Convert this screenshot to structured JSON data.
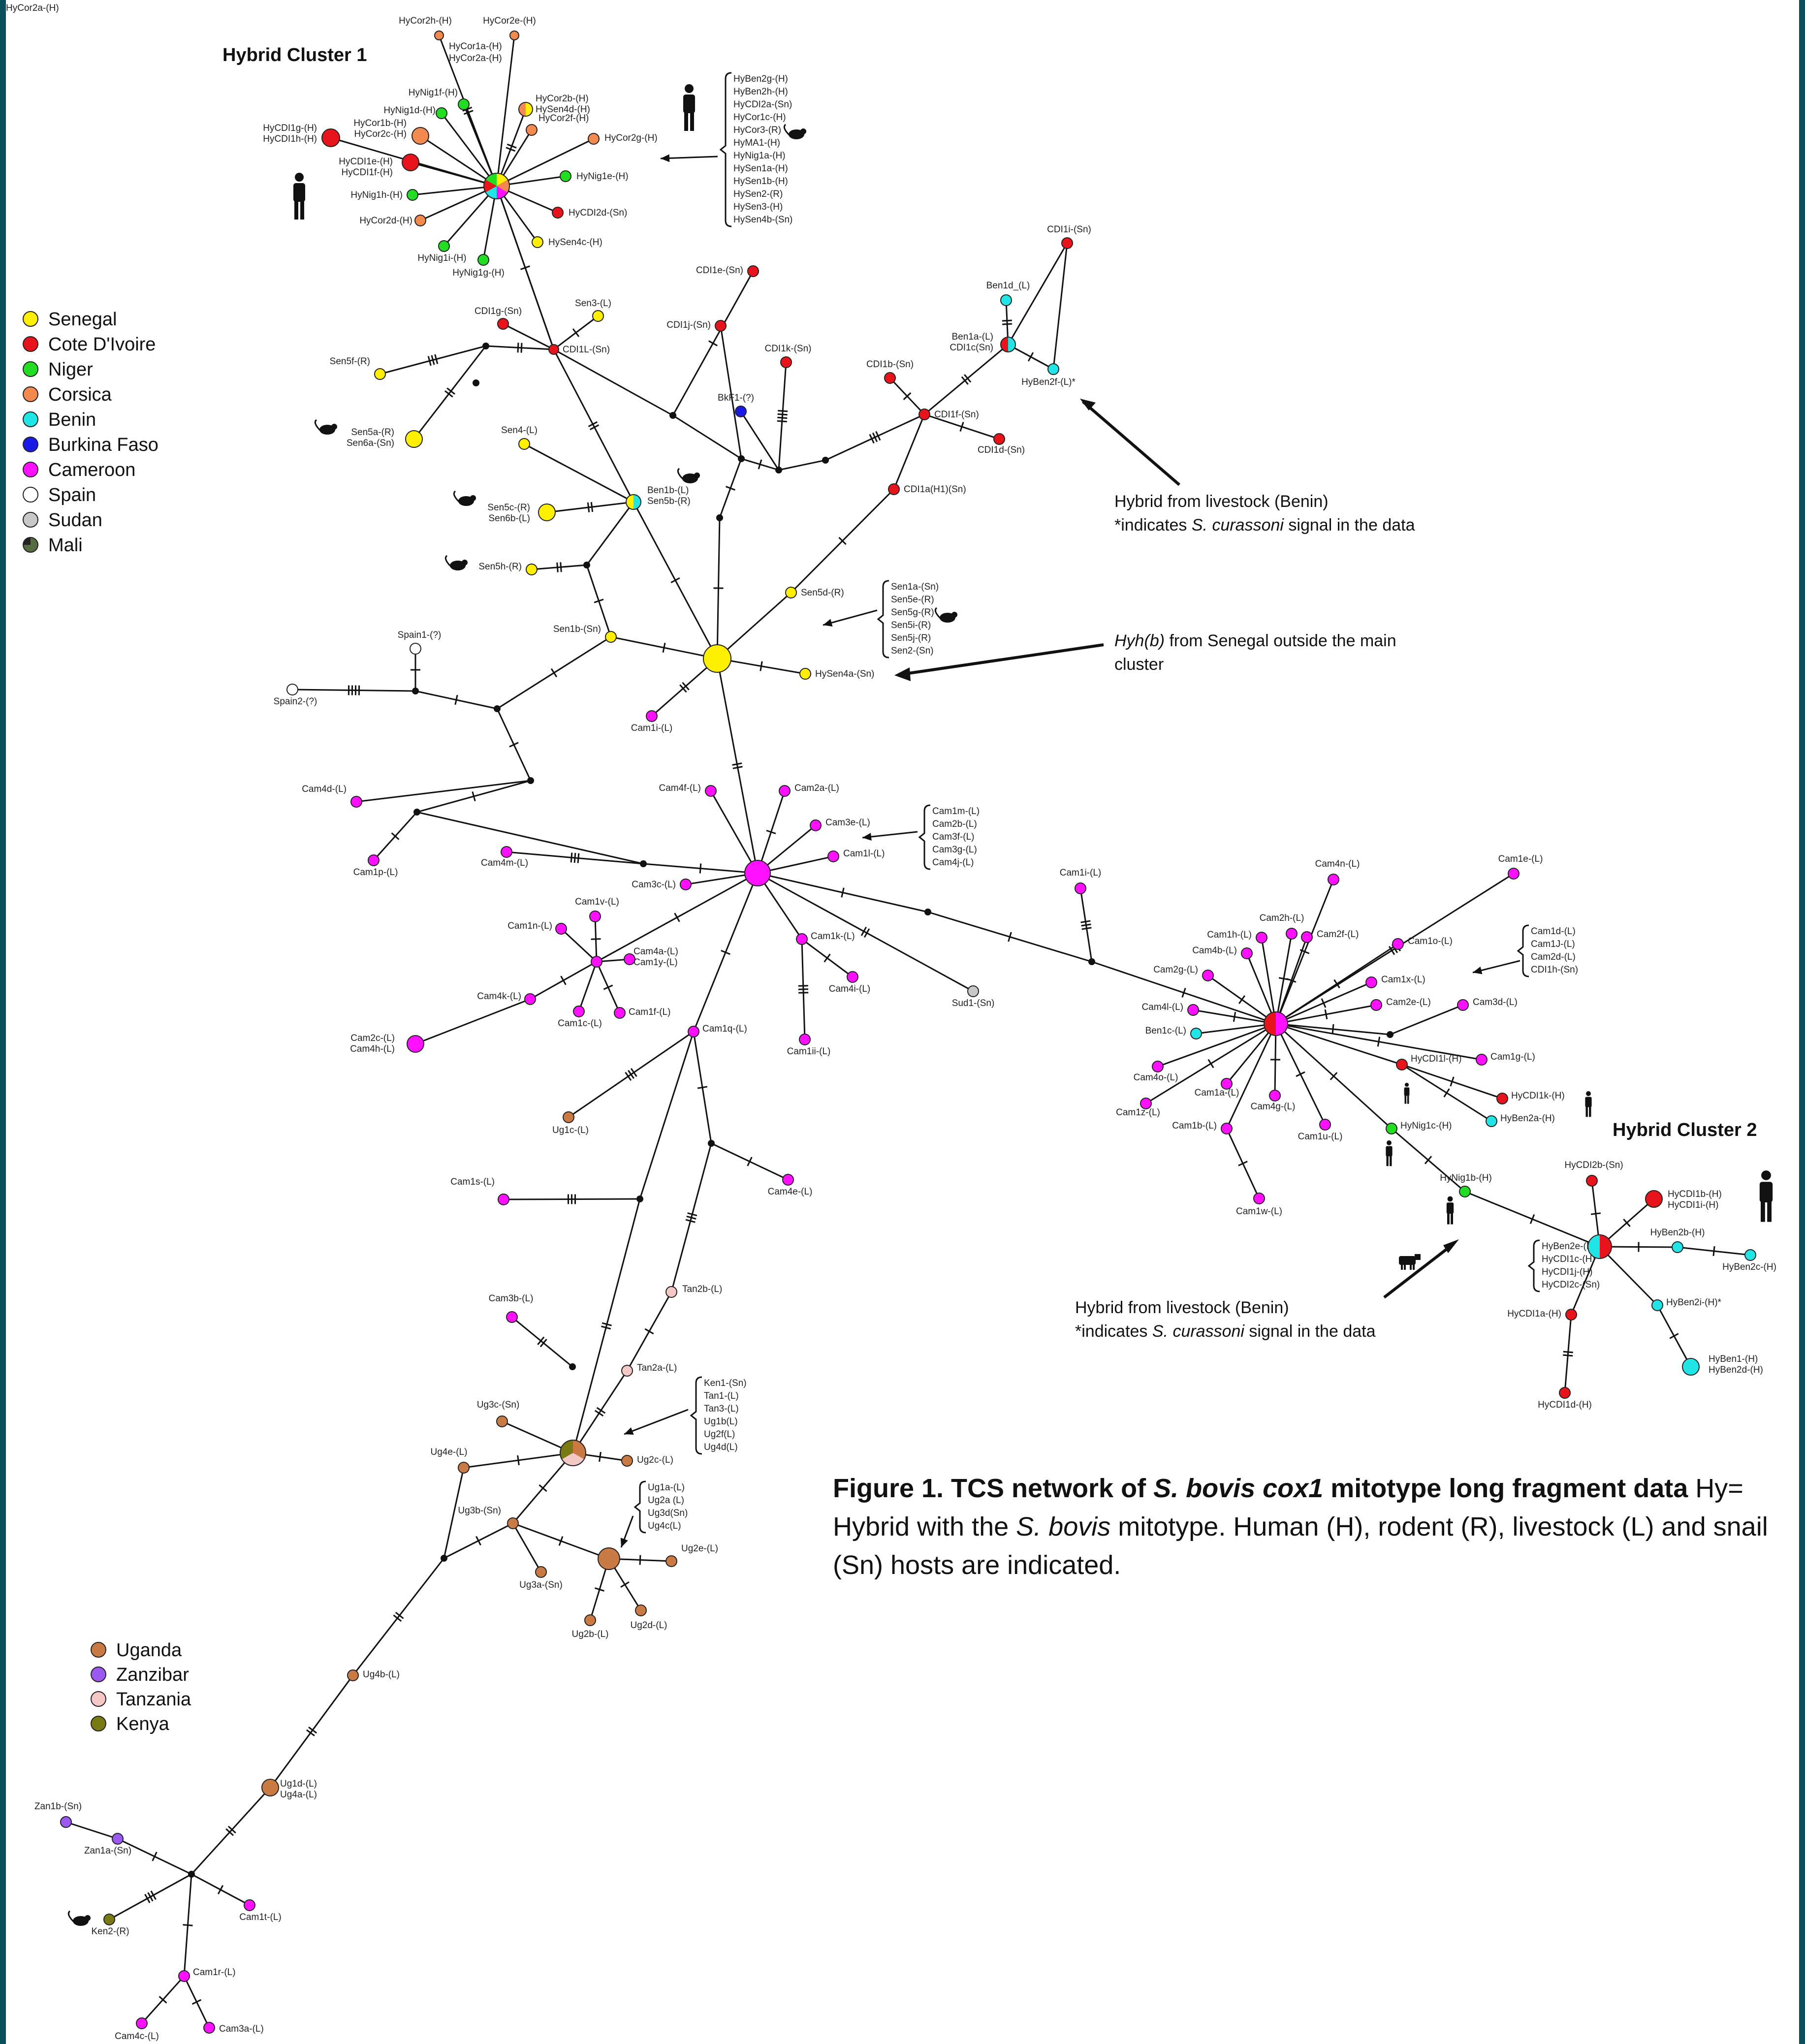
{
  "headings": {
    "cluster1": "Hybrid Cluster 1",
    "cluster2": "Hybrid Cluster 2"
  },
  "legend_west": [
    {
      "label": "Senegal",
      "color": "#ffef00"
    },
    {
      "label": "Cote D'Ivoire",
      "color": "#e8141b"
    },
    {
      "label": "Niger",
      "color": "#22dd22"
    },
    {
      "label": "Corsica",
      "color": "#f2894f"
    },
    {
      "label": "Benin",
      "color": "#22e6e6"
    },
    {
      "label": "Burkina Faso",
      "color": "#1a1ae6"
    },
    {
      "label": "Cameroon",
      "color": "#ff11ff"
    },
    {
      "label": "Spain",
      "color": "#ffffff"
    },
    {
      "label": "Sudan",
      "color": "#c8c8c8"
    },
    {
      "label": "Mali",
      "color": "#4a6b3a"
    }
  ],
  "legend_east": [
    {
      "label": "Uganda",
      "color": "#c97b43"
    },
    {
      "label": "Zanzibar",
      "color": "#9b59f0"
    },
    {
      "label": "Tanzania",
      "color": "#f5c8c8"
    },
    {
      "label": "Kenya",
      "color": "#7a7a14"
    }
  ],
  "annotations": {
    "livestock_benin_1": {
      "line1": "Hybrid from livestock (Benin)",
      "line2_pre": "*indicates ",
      "line2_em": "S. curassoni",
      "line2_post": " signal in the data"
    },
    "senegal_outside": {
      "em": "Hyh(b)",
      "line1_post": " from Senegal outside the main",
      "line2": "cluster"
    },
    "livestock_benin_2": {
      "line1": "Hybrid from livestock (Benin)",
      "line2_pre": "*indicates ",
      "line2_em": "S. curassoni",
      "line2_post": " signal in the data"
    }
  },
  "caption": {
    "bold_prefix": "Figure 1. TCS network of ",
    "bold_species": "S. bovis cox1",
    "bold_suffix": " mitotype long fragment data",
    "text_a": " Hy= Hybrid with the ",
    "species": "S. bovis",
    "text_b": " mitotype. Human (H), rodent (R), livestock (L) and snail (Sn) hosts are indicated."
  },
  "bracket_groups": {
    "hub1": [
      "HyBen2g-(H)",
      "HyBen2h-(H)",
      "HyCDI2a-(Sn)",
      "HyCor1c-(H)",
      "HyCor3-(R)",
      "HyMA1-(H)",
      "HyNig1a-(H)",
      "HySen1a-(H)",
      "HySen1b-(H)",
      "HySen2-(R)",
      "HySen3-(H)",
      "HySen4b-(Sn)"
    ],
    "sen_hub": [
      "Sen1a-(Sn)",
      "Sen5e-(R)",
      "Sen5g-(R)",
      "Sen5i-(R)",
      "Sen5j-(R)",
      "Sen2-(Sn)"
    ],
    "cam_hub": [
      "Cam1m-(L)",
      "Cam2b-(L)",
      "Cam3f-(L)",
      "Cam3g-(L)",
      "Cam4j-(L)"
    ],
    "cam_east": [
      "Cam1d-(L)",
      "Cam1J-(L)",
      "Cam2d-(L)",
      "CDI1h-(Sn)"
    ],
    "ug_hub": [
      "Ken1-(Sn)",
      "Tan1-(L)",
      "Tan3-(L)",
      "Ug1b(L)",
      "Ug2f(L)",
      "Ug4d(L)"
    ],
    "ug_hub2": [
      "Ug1a-(L)",
      "Ug2a (L)",
      "Ug3d(Sn)",
      "Ug4c(L)"
    ],
    "hc2": [
      "HyBen2e-(L)*",
      "HyCDI1c-(H)",
      "HyCDI1j-(H)",
      "HyCDI2c-(Sn)"
    ]
  },
  "nodes": [
    {
      "id": "hub1",
      "label": ""
    },
    {
      "id": "n_HyCor2h",
      "label": "HyCor2h-(H)"
    },
    {
      "id": "n_HyCor2e",
      "label": "HyCor2e-(H)"
    },
    {
      "id": "n_HyCor1a",
      "label": "HyCor1a-(H)"
    },
    {
      "id": "n_HyCor2a",
      "label": "HyCor2a-(H)"
    },
    {
      "id": "n_HyNig1f",
      "label": "HyNig1f-(H)"
    },
    {
      "id": "n_HyNig1d",
      "label": "HyNig1d-(H)"
    },
    {
      "id": "n_HyCor2b",
      "label": "HyCor2b-(H)"
    },
    {
      "id": "n_HySen4d",
      "label": "HySen4d-(H)"
    },
    {
      "id": "n_HyCor2f",
      "label": "HyCor2f-(H)"
    },
    {
      "id": "n_HyCor2g",
      "label": "HyCor2g-(H)"
    },
    {
      "id": "n_HyCor1b",
      "label": "HyCor1b-(H)"
    },
    {
      "id": "n_HyCor2c",
      "label": "HyCor2c-(H)"
    },
    {
      "id": "n_HyCDI1g",
      "label": "HyCDI1g-(H)"
    },
    {
      "id": "n_HyCDI1h",
      "label": "HyCDI1h-(H)"
    },
    {
      "id": "n_HyCDI1e",
      "label": "HyCDI1e-(H)"
    },
    {
      "id": "n_HyCDI1f",
      "label": "HyCDI1f-(H)"
    },
    {
      "id": "n_HyNig1e",
      "label": "HyNig1e-(H)"
    },
    {
      "id": "n_HyNig1h",
      "label": "HyNig1h-(H)"
    },
    {
      "id": "n_HyCDI2d",
      "label": "HyCDI2d-(Sn)"
    },
    {
      "id": "n_HyCor2d",
      "label": "HyCor2d-(H)"
    },
    {
      "id": "n_HySen4c",
      "label": "HySen4c-(H)"
    },
    {
      "id": "n_HyNig1i",
      "label": "HyNig1i-(H)"
    },
    {
      "id": "n_HyNig1g",
      "label": "HyNig1g-(H)"
    },
    {
      "id": "n_CDI1L",
      "label": "CDI1L-(Sn)"
    },
    {
      "id": "n_CDI1g",
      "label": "CDI1g-(Sn)"
    },
    {
      "id": "n_Sen3",
      "label": "Sen3-(L)"
    },
    {
      "id": "n_Sen5f",
      "label": "Sen5f-(R)"
    },
    {
      "id": "n_Sen5a",
      "label": "Sen5a-(R)"
    },
    {
      "id": "n_Sen6a",
      "label": "Sen6a-(Sn)"
    },
    {
      "id": "n_CDI1e",
      "label": "CDI1e-(Sn)"
    },
    {
      "id": "n_CDI1j",
      "label": "CDI1j-(Sn)"
    },
    {
      "id": "n_CDI1k",
      "label": "CDI1k-(Sn)"
    },
    {
      "id": "n_BkF1",
      "label": "BkF1-(?)"
    },
    {
      "id": "n_CDI1b",
      "label": "CDI1b-(Sn)"
    },
    {
      "id": "n_CDI1f",
      "label": "CDI1f-(Sn)"
    },
    {
      "id": "n_CDI1d",
      "label": "CDI1d-(Sn)"
    },
    {
      "id": "n_CDI1a",
      "label": "CDI1a(H1)(Sn)"
    },
    {
      "id": "n_CDI1i",
      "label": "CDI1i-(Sn)"
    },
    {
      "id": "n_Ben1d",
      "label": "Ben1d_(L)"
    },
    {
      "id": "n_Ben1a",
      "label": "Ben1a-(L)"
    },
    {
      "id": "n_CDI1c",
      "label": "CDI1c(Sn)"
    },
    {
      "id": "n_HyBen2f",
      "label": "HyBen2f-(L)*"
    },
    {
      "id": "n_Sen4",
      "label": "Sen4-(L)"
    },
    {
      "id": "n_Ben1b",
      "label": "Ben1b-(L)"
    },
    {
      "id": "n_Sen5b",
      "label": "Sen5b-(R)"
    },
    {
      "id": "n_Sen5c",
      "label": "Sen5c-(R)"
    },
    {
      "id": "n_Sen6b",
      "label": "Sen6b-(L)"
    },
    {
      "id": "n_Sen5h",
      "label": "Sen5h-(R)"
    },
    {
      "id": "n_Sen5d",
      "label": "Sen5d-(R)"
    },
    {
      "id": "n_Sen1b",
      "label": "Sen1b-(Sn)"
    },
    {
      "id": "sen_hub",
      "label": ""
    },
    {
      "id": "n_HySen4a",
      "label": "HySen4a-(Sn)"
    },
    {
      "id": "n_Spain1",
      "label": "Spain1-(?)"
    },
    {
      "id": "n_Spain2",
      "label": "Spain2-(?)"
    },
    {
      "id": "n_Cam1i_a",
      "label": "Cam1i-(L)"
    },
    {
      "id": "cam_hub",
      "label": ""
    },
    {
      "id": "n_Cam4f",
      "label": "Cam4f-(L)"
    },
    {
      "id": "n_Cam2a",
      "label": "Cam2a-(L)"
    },
    {
      "id": "n_Cam3e",
      "label": "Cam3e-(L)"
    },
    {
      "id": "n_Cam1l",
      "label": "Cam1l-(L)"
    },
    {
      "id": "n_Cam4d",
      "label": "Cam4d-(L)"
    },
    {
      "id": "n_Cam1p",
      "label": "Cam1p-(L)"
    },
    {
      "id": "n_Cam4m",
      "label": "Cam4m-(L)"
    },
    {
      "id": "n_Cam3c",
      "label": "Cam3c-(L)"
    },
    {
      "id": "n_Cam1k",
      "label": "Cam1k-(L)"
    },
    {
      "id": "n_Cam4i",
      "label": "Cam4i-(L)"
    },
    {
      "id": "n_Cam1ii",
      "label": "Cam1ii-(L)"
    },
    {
      "id": "n_Sud1",
      "label": "Sud1-(Sn)"
    },
    {
      "id": "cam_hub2",
      "label": ""
    },
    {
      "id": "n_Cam1v",
      "label": "Cam1v-(L)"
    },
    {
      "id": "n_Cam1n",
      "label": "Cam1n-(L)"
    },
    {
      "id": "n_Cam1y",
      "label": "Cam1y-(L)"
    },
    {
      "id": "n_Cam4a",
      "label": "Cam4a-(L)"
    },
    {
      "id": "n_Cam4k",
      "label": "Cam4k-(L)"
    },
    {
      "id": "n_Cam1c",
      "label": "Cam1c-(L)"
    },
    {
      "id": "n_Cam1f",
      "label": "Cam1f-(L)"
    },
    {
      "id": "n_Cam2c",
      "label": "Cam2c-(L)"
    },
    {
      "id": "n_Cam4h",
      "label": "Cam4h-(L)"
    },
    {
      "id": "n_Cam1q",
      "label": "Cam1q-(L)"
    },
    {
      "id": "n_Ug1c",
      "label": "Ug1c-(L)"
    },
    {
      "id": "n_Cam4e",
      "label": "Cam4e-(L)"
    },
    {
      "id": "n_Cam1s",
      "label": "Cam1s-(L)"
    },
    {
      "id": "n_Cam3b",
      "label": "Cam3b-(L)"
    },
    {
      "id": "n_Tan2b",
      "label": "Tan2b-(L)"
    },
    {
      "id": "n_Tan2a",
      "label": "Tan2a-(L)"
    },
    {
      "id": "ug_hub",
      "label": ""
    },
    {
      "id": "n_Ug3c",
      "label": "Ug3c-(Sn)"
    },
    {
      "id": "n_Ug4e",
      "label": "Ug4e-(L)"
    },
    {
      "id": "n_Ug2c",
      "label": "Ug2c-(L)"
    },
    {
      "id": "n_Ug3b",
      "label": "Ug3b-(Sn)"
    },
    {
      "id": "ug_hub2",
      "label": ""
    },
    {
      "id": "n_Ug3a",
      "label": "Ug3a-(Sn)"
    },
    {
      "id": "n_Ug2e",
      "label": "Ug2e-(L)"
    },
    {
      "id": "n_Ug2b",
      "label": "Ug2b-(L)"
    },
    {
      "id": "n_Ug2d",
      "label": "Ug2d-(L)"
    },
    {
      "id": "n_Ug4b",
      "label": "Ug4b-(L)"
    },
    {
      "id": "n_Ug1d",
      "label": "Ug1d-(L)"
    },
    {
      "id": "n_Ug4a",
      "label": "Ug4a-(L)"
    },
    {
      "id": "n_Zan1b",
      "label": "Zan1b-(Sn)"
    },
    {
      "id": "n_Zan1a",
      "label": "Zan1a-(Sn)"
    },
    {
      "id": "n_Ken2",
      "label": "Ken2-(R)"
    },
    {
      "id": "n_Cam1t",
      "label": "Cam1t-(L)"
    },
    {
      "id": "n_Cam1r",
      "label": "Cam1r-(L)"
    },
    {
      "id": "n_Cam4c",
      "label": "Cam4c-(L)"
    },
    {
      "id": "n_Cam3a",
      "label": "Cam3a-(L)"
    },
    {
      "id": "cam_east",
      "label": ""
    },
    {
      "id": "n_Cam1i_b",
      "label": "Cam1i-(L)"
    },
    {
      "id": "n_Cam4n",
      "label": "Cam4n-(L)"
    },
    {
      "id": "n_Cam1e",
      "label": "Cam1e-(L)"
    },
    {
      "id": "n_Cam2h",
      "label": "Cam2h-(L)"
    },
    {
      "id": "n_Cam1h",
      "label": "Cam1h-(L)"
    },
    {
      "id": "n_Cam2f",
      "label": "Cam2f-(L)"
    },
    {
      "id": "n_Cam4b",
      "label": "Cam4b-(L)"
    },
    {
      "id": "n_Cam1o",
      "label": "Cam1o-(L)"
    },
    {
      "id": "n_Cam2g",
      "label": "Cam2g-(L)"
    },
    {
      "id": "n_Cam1x",
      "label": "Cam1x-(L)"
    },
    {
      "id": "n_Cam4l",
      "label": "Cam4l-(L)"
    },
    {
      "id": "n_Cam2e",
      "label": "Cam2e-(L)"
    },
    {
      "id": "n_Cam3d",
      "label": "Cam3d-(L)"
    },
    {
      "id": "n_Ben1c",
      "label": "Ben1c-(L)"
    },
    {
      "id": "n_Cam1g",
      "label": "Cam1g-(L)"
    },
    {
      "id": "n_Cam4o",
      "label": "Cam4o-(L)"
    },
    {
      "id": "n_HyCDI1l",
      "label": "HyCDI1l-(H)"
    },
    {
      "id": "n_Cam1a",
      "label": "Cam1a-(L)"
    },
    {
      "id": "n_HyCDI1k",
      "label": "HyCDI1k-(H)"
    },
    {
      "id": "n_Cam1z",
      "label": "Cam1z-(L)"
    },
    {
      "id": "n_Cam4g",
      "label": "Cam4g-(L)"
    },
    {
      "id": "n_HyBen2a",
      "label": "HyBen2a-(H)"
    },
    {
      "id": "n_Cam1b",
      "label": "Cam1b-(L)"
    },
    {
      "id": "n_Cam1u",
      "label": "Cam1u-(L)"
    },
    {
      "id": "n_HyNig1c",
      "label": "HyNig1c-(H)"
    },
    {
      "id": "n_Cam1w",
      "label": "Cam1w-(L)"
    },
    {
      "id": "n_HyNig1b",
      "label": "HyNig1b-(H)"
    },
    {
      "id": "hc2",
      "label": ""
    },
    {
      "id": "n_HyCDI2b",
      "label": "HyCDI2b-(Sn)"
    },
    {
      "id": "n_HyCDI1b",
      "label": "HyCDI1b-(H)"
    },
    {
      "id": "n_HyCDI1i",
      "label": "HyCDI1i-(H)"
    },
    {
      "id": "n_HyBen2b",
      "label": "HyBen2b-(H)"
    },
    {
      "id": "n_HyBen2c",
      "label": "HyBen2c-(H)"
    },
    {
      "id": "n_HyBen2i",
      "label": "HyBen2i-(H)*"
    },
    {
      "id": "n_HyCDI1a",
      "label": "HyCDI1a-(H)"
    },
    {
      "id": "n_HyCDI1d",
      "label": "HyCDI1d-(H)"
    },
    {
      "id": "n_HyBen1",
      "label": "HyBen1-(H)"
    },
    {
      "id": "n_HyBen2d",
      "label": "HyBen2d-(H)"
    }
  ]
}
